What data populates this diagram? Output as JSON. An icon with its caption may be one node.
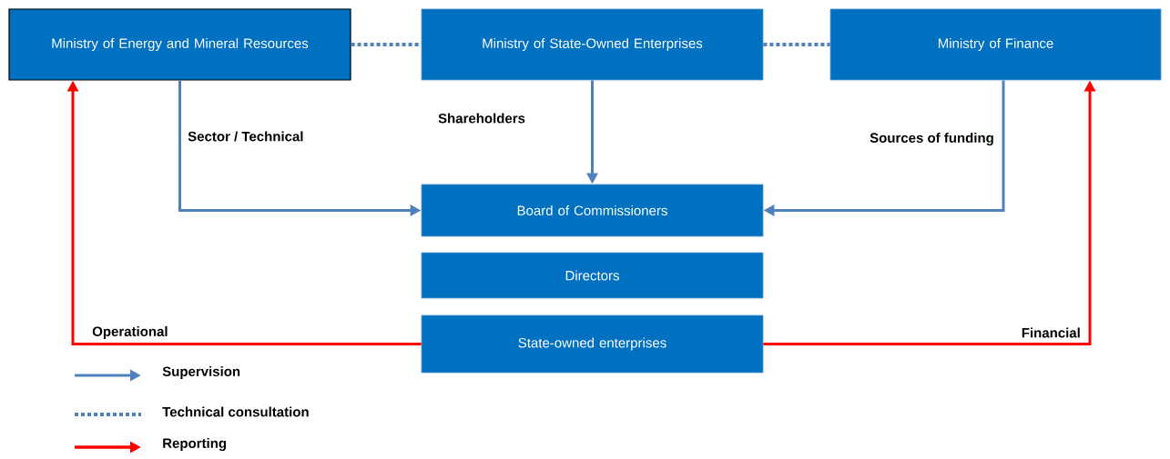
{
  "diagram": {
    "nodes": [
      {
        "text": [
          "Ministry of Energy and Mineral Resources"
        ]
      },
      {
        "text": [
          "Ministry of State-Owned Enterprises"
        ]
      },
      {
        "text": [
          "Ministry of Finance"
        ]
      },
      {
        "text": [
          "Board of Commissioners"
        ]
      },
      {
        "text": [
          "Directors"
        ]
      },
      {
        "text": [
          "State-owned enterprises"
        ]
      }
    ],
    "edges": [
      {
        "from": 0,
        "to": 3,
        "arrow": "to",
        "label": "Sector / Technical"
      },
      {
        "from": 1,
        "to": 3,
        "arrow": "to",
        "label": "Shareholders"
      },
      {
        "from": 2,
        "to": 3,
        "arrow": "to",
        "label": "Sources of funding"
      },
      {
        "from": 0,
        "to": 1,
        "arrow": "none",
        "style": "dashed"
      },
      {
        "from": 1,
        "to": 2,
        "arrow": "none",
        "style": "dashed"
      },
      {
        "from": 5,
        "to": 0,
        "arrow": "to",
        "label": "Operational",
        "color": "#ff0000"
      },
      {
        "from": 5,
        "to": 2,
        "arrow": "to",
        "label": "Financial",
        "color": "#ff0000"
      }
    ],
    "legend": [
      {
        "text": "Supervision"
      },
      {
        "text": "Technical consultation"
      },
      {
        "text": "Reporting"
      }
    ]
  }
}
